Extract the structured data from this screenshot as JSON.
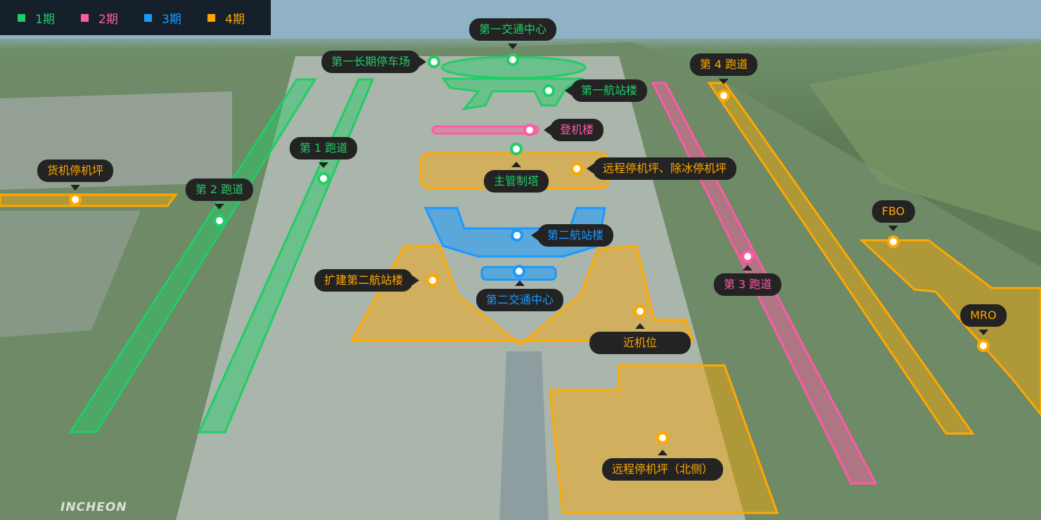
{
  "legend": [
    {
      "label": "1期",
      "color": "#22cc66"
    },
    {
      "label": "2期",
      "color": "#ff5aa5"
    },
    {
      "label": "3期",
      "color": "#1a9aff"
    },
    {
      "label": "4期",
      "color": "#ffa800"
    }
  ],
  "labels": {
    "traffic_center_1": "第一交通中心",
    "long_term_parking_1": "第一长期停车场",
    "terminal_1": "第一航站楼",
    "concourse": "登机楼",
    "runway_4": "第 4 跑道",
    "runway_1": "第 1 跑道",
    "cargo_apron": "货机停机坪",
    "runway_2": "第 2 跑道",
    "control_tower": "主管制塔",
    "remote_deicing_apron": "远程停机坪、除冰停机坪",
    "fbo": "FBO",
    "terminal_2": "第二航站楼",
    "terminal_2_expansion": "扩建第二航站楼",
    "runway_3": "第 3 跑道",
    "traffic_center_2": "第二交通中心",
    "mro": "MRO",
    "contact_stands": "近机位",
    "remote_apron_north": "远程停机坪（北侧）"
  },
  "watermark": "INCHEON"
}
